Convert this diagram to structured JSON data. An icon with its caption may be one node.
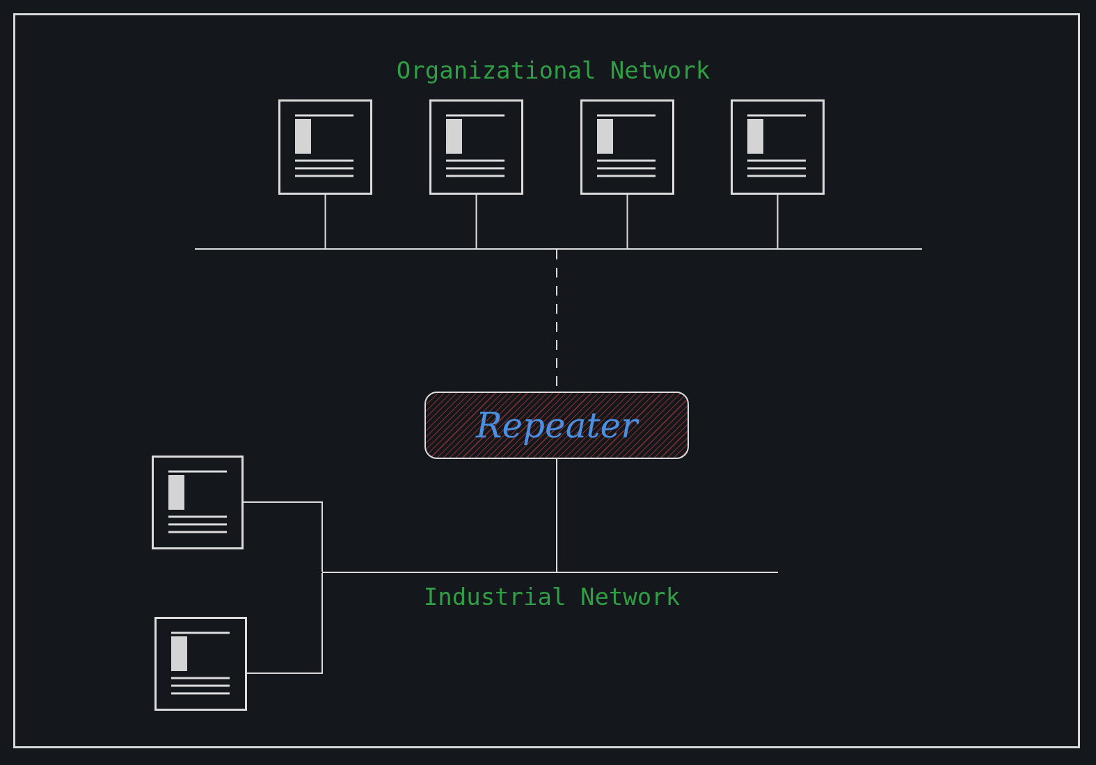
{
  "diagram": {
    "nodes": [
      {
        "text": [],
        "shape": "picture"
      },
      {
        "text": [],
        "shape": "picture"
      },
      {
        "text": [],
        "shape": "picture"
      },
      {
        "text": [],
        "shape": "picture"
      },
      {
        "text": [],
        "shape": "bar"
      },
      {
        "text": [
          "Repeater"
        ]
      },
      {
        "text": [],
        "shape": "picture"
      },
      {
        "text": [],
        "shape": "bar"
      },
      {
        "text": [],
        "shape": "picture"
      }
    ],
    "edges": [
      {
        "from": 0,
        "to": 4,
        "arrow": "none"
      },
      {
        "from": 1,
        "to": 4,
        "arrow": "none"
      },
      {
        "from": 2,
        "to": 4,
        "arrow": "none"
      },
      {
        "from": 3,
        "to": 4,
        "arrow": "none"
      },
      {
        "from": 4,
        "to": 5,
        "arrow": "none",
        "style": "dashed"
      },
      {
        "from": 5,
        "to": 7,
        "arrow": "none"
      },
      {
        "from": 6,
        "to": 7,
        "arrow": "none"
      },
      {
        "from": 8,
        "to": 7,
        "arrow": "none"
      }
    ],
    "labels": [
      "Organizational Network",
      "Industrial Network"
    ]
  }
}
